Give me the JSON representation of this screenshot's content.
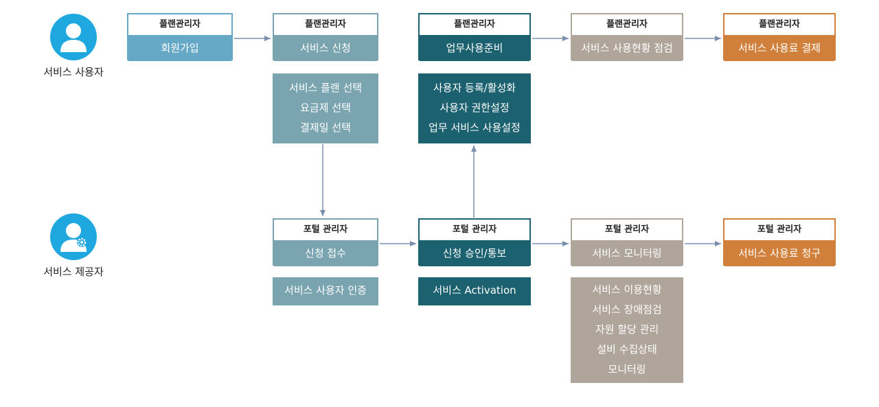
{
  "actors": {
    "user": {
      "label": "서비스 사용자",
      "icon": "user-icon"
    },
    "provider": {
      "label": "서비스 제공자",
      "icon": "user-gear-icon"
    }
  },
  "colors": {
    "actor": "#1fa8e0",
    "light_blue": "#65a9c6",
    "grey_blue": "#7aa4b0",
    "dark_teal": "#1c6170",
    "beige": "#b0a59b",
    "orange": "#d0803a",
    "arrow": "#7a8fb0"
  },
  "user_row": [
    {
      "header": "플랜관리자",
      "body": "회원가입"
    },
    {
      "header": "플랜관리자",
      "body": "서비스 신청"
    },
    {
      "header": "플랜관리자",
      "body": "업무사용준비"
    },
    {
      "header": "플랜관리자",
      "body": "서비스 사용현황 점검"
    },
    {
      "header": "플랜관리자",
      "body": "서비스 사용료 결제"
    }
  ],
  "provider_row": [
    {
      "header": "포털 관리자",
      "body": "신청 접수"
    },
    {
      "header": "포털 관리자",
      "body": "신청 승인/통보"
    },
    {
      "header": "포털 관리자",
      "body": "서비스 모니터링"
    },
    {
      "header": "포털 관리자",
      "body": "서비스 사용료 청구"
    }
  ],
  "details": {
    "service_apply": [
      "서비스 플랜 선택",
      "요금제 선택",
      "결제일 선택"
    ],
    "work_prep": [
      "사용자 등록/활성화",
      "사용자 권한설정",
      "업무 서비스 사용설정"
    ],
    "receipt": [
      "서비스 사용자 인증"
    ],
    "approval": [
      "서비스 Activation"
    ],
    "monitoring": [
      "서비스 이용현황",
      "서비스 장애점검",
      "자원 할당 관리",
      "설비 수집상태",
      "모니터링"
    ]
  }
}
